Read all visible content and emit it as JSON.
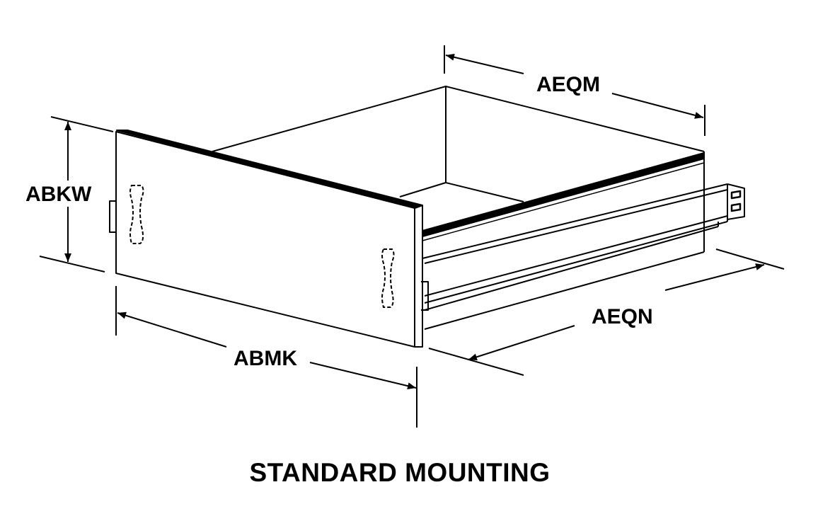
{
  "diagram": {
    "labels": {
      "height": "ABKW",
      "front_width": "ABMK",
      "side_width": "AEQM",
      "depth": "AEQN"
    },
    "caption": "STANDARD MOUNTING"
  },
  "colors": {
    "ink": "#000000",
    "paper": "#ffffff"
  }
}
